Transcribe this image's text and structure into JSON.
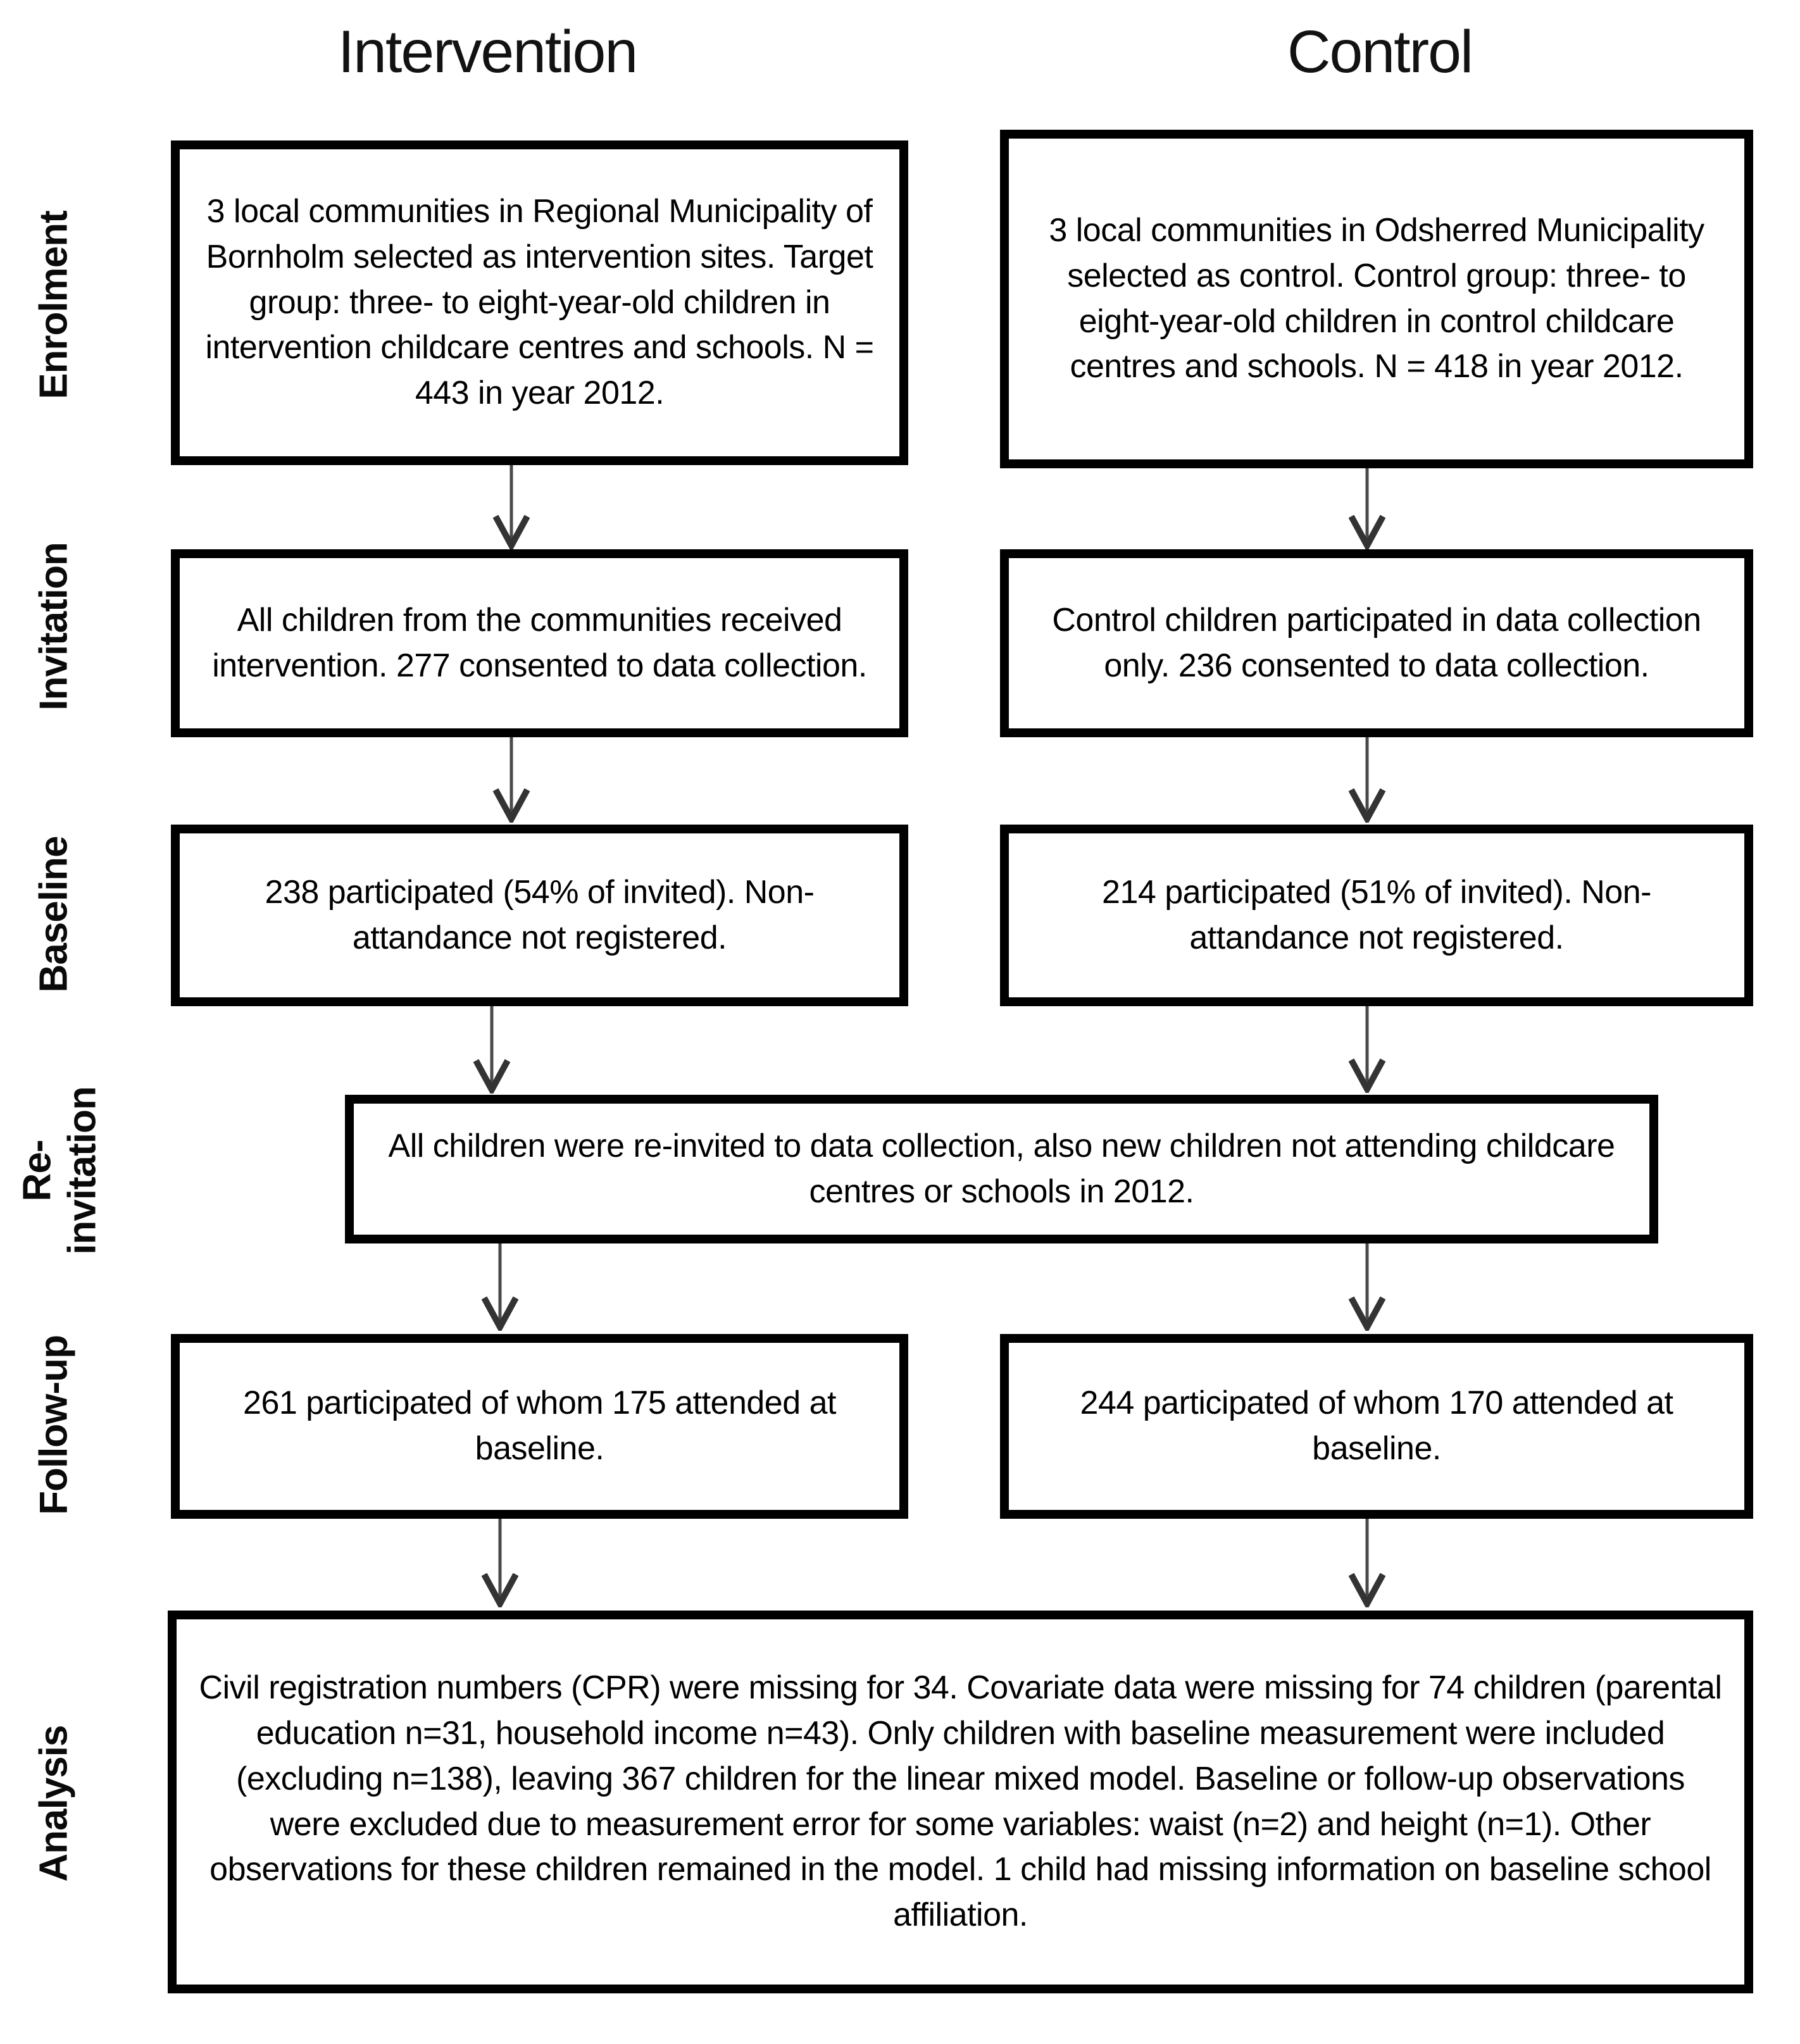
{
  "diagram": {
    "columns": {
      "intervention": "Intervention",
      "control": "Control"
    },
    "stages": {
      "enrolment": "Enrolment",
      "invitation": "Invitation",
      "baseline": "Baseline",
      "reinvitation": "Re-\ninvitation",
      "followup": "Follow-up",
      "analysis": "Analysis"
    },
    "boxes": {
      "enrolment_intervention": "3 local communities in Regional Municipality of Bornholm selected as intervention sites. Target group: three- to eight-year-old children in intervention childcare centres and schools. N = 443 in year 2012.",
      "enrolment_control": "3 local communities in Odsherred Municipality selected as control. Control group: three- to eight-year-old children in control childcare centres and schools. N = 418 in year 2012.",
      "invitation_intervention": "All children from the communities received intervention. 277 consented to data collection.",
      "invitation_control": "Control children participated in data collection only. 236 consented to data collection.",
      "baseline_intervention": "238 participated (54% of invited). Non-attandance not registered.",
      "baseline_control": "214 participated (51% of invited). Non-attandance not registered.",
      "reinvitation": "All children were re-invited to data collection, also new children not attending childcare centres or schools in 2012.",
      "followup_intervention": "261 participated of whom 175 attended at baseline.",
      "followup_control": "244 participated of whom 170 attended at baseline.",
      "analysis": "Civil registration numbers (CPR) were missing for 34. Covariate data were missing for 74 children (parental education n=31, household income n=43). Only children with baseline measurement were included (excluding n=138), leaving 367 children for the linear mixed model. Baseline or follow-up observations were excluded due to measurement error for some variables: waist (n=2) and height (n=1). Other observations for these children remained in the model. 1 child had missing information on baseline school affiliation."
    },
    "colors": {
      "box_border": "#000000",
      "text": "#000000",
      "arrow": "#3f3f3f",
      "background": "#ffffff"
    }
  }
}
